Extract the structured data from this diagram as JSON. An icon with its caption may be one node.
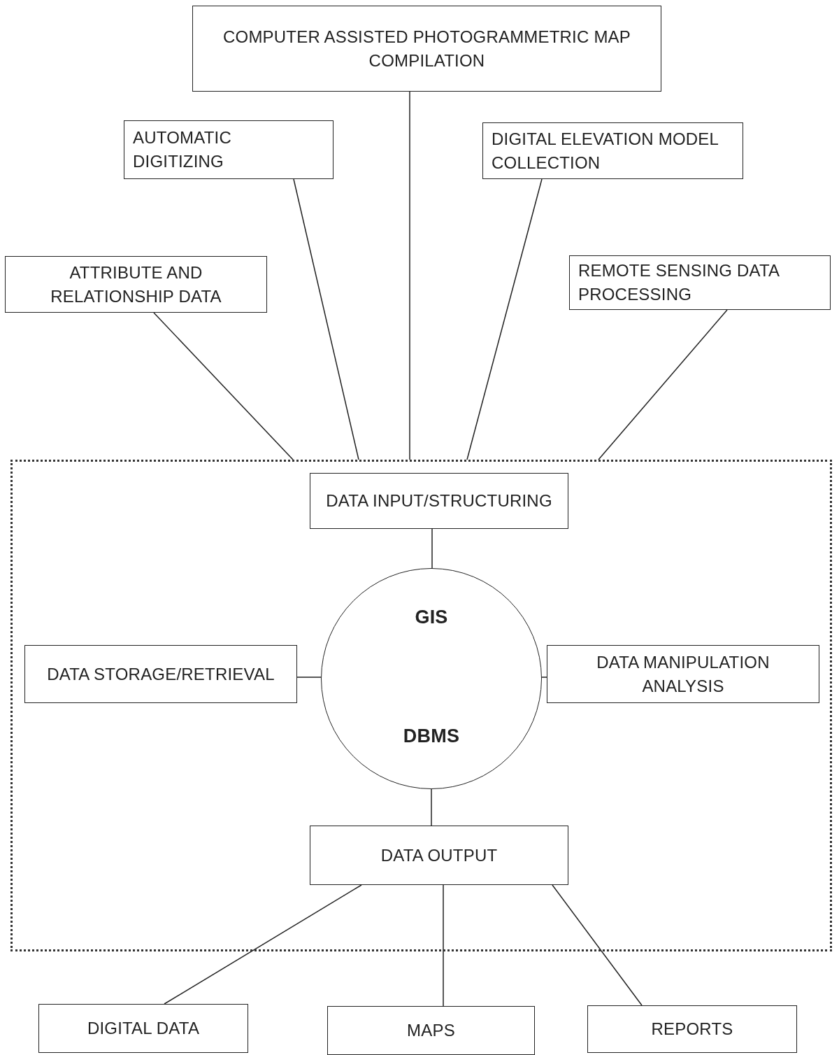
{
  "diagram": {
    "nodes": [
      {
        "text": [
          "COMPUTER ASSISTED PHOTOGRAMMETRIC MAP COMPILATION"
        ]
      },
      {
        "text": [
          "AUTOMATIC DIGITIZING"
        ]
      },
      {
        "text": [
          "DIGITAL ELEVATION MODEL COLLECTION"
        ]
      },
      {
        "text": [
          "ATTRIBUTE AND RELATIONSHIP DATA"
        ]
      },
      {
        "text": [
          "REMOTE SENSING DATA PROCESSING"
        ]
      },
      {
        "text": [],
        "shape": "box"
      },
      {
        "text": [
          "DATA INPUT/STRUCTURING"
        ],
        "in": 5
      },
      {
        "text": [
          "GIS",
          "DBMS"
        ],
        "in": 5
      },
      {
        "text": [
          "DATA STORAGE/RETRIEVAL"
        ],
        "in": 5
      },
      {
        "text": [
          "DATA MANIPULATION ANALYSIS"
        ],
        "in": 5
      },
      {
        "text": [
          "DATA OUTPUT"
        ],
        "in": 5
      },
      {
        "text": [
          "DIGITAL DATA"
        ]
      },
      {
        "text": [
          "MAPS"
        ]
      },
      {
        "text": [
          "REPORTS"
        ]
      }
    ],
    "edges": [
      {
        "from": 0,
        "to": 5,
        "arrow": "none"
      },
      {
        "from": 1,
        "to": 5,
        "arrow": "none"
      },
      {
        "from": 2,
        "to": 5,
        "arrow": "none"
      },
      {
        "from": 3,
        "to": 5,
        "arrow": "none"
      },
      {
        "from": 4,
        "to": 5,
        "arrow": "none"
      },
      {
        "from": 6,
        "to": 7,
        "arrow": "none"
      },
      {
        "from": 8,
        "to": 7,
        "arrow": "none"
      },
      {
        "from": 9,
        "to": 7,
        "arrow": "none"
      },
      {
        "from": 7,
        "to": 10,
        "arrow": "none"
      },
      {
        "from": 10,
        "to": 11,
        "arrow": "none"
      },
      {
        "from": 10,
        "to": 12,
        "arrow": "none"
      },
      {
        "from": 10,
        "to": 13,
        "arrow": "none"
      }
    ]
  }
}
